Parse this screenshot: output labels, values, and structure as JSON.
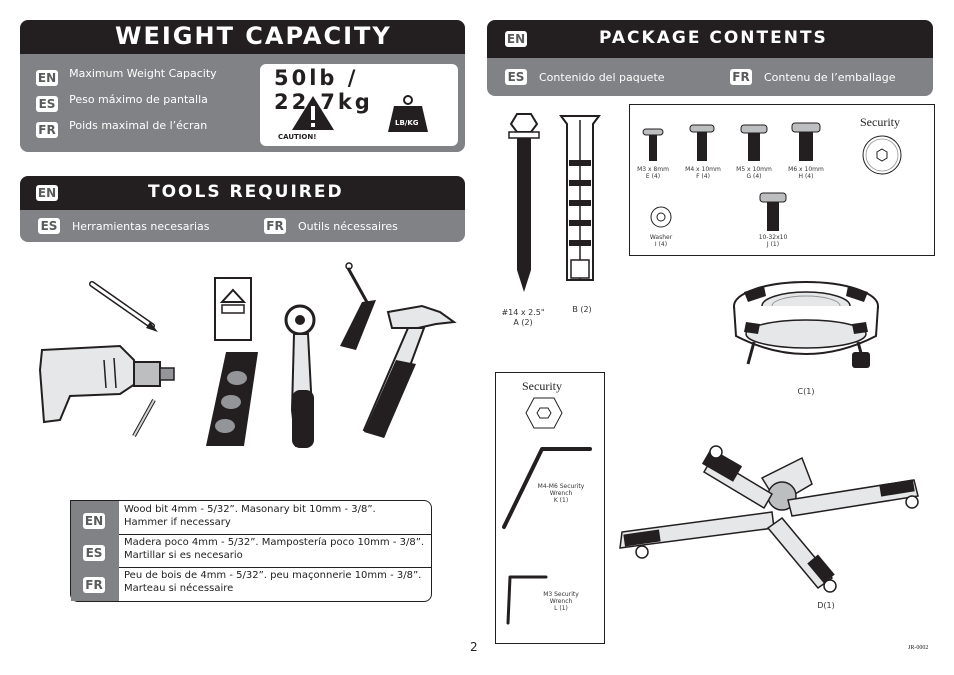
{
  "weight": {
    "title": "WEIGHT CAPACITY",
    "rows": [
      {
        "lang": "EN",
        "text": "Maximum Weight Capacity"
      },
      {
        "lang": "ES",
        "text": "Peso máximo de pantalla"
      },
      {
        "lang": "FR",
        "text": "Poids maximal de l’écran"
      }
    ],
    "value": "50lb / 22.7kg",
    "caution": "CAUTION!",
    "unit_icon": "LB/KG"
  },
  "tools": {
    "title": "TOOLS REQUIRED",
    "en": "EN",
    "es": "ES",
    "es_text": "Herramientas necesarias",
    "fr": "FR",
    "fr_text": "Outils nécessaires",
    "notes": [
      {
        "lang": "EN",
        "line1": "Wood bit 4mm - 5/32”.  Masonary bit 10mm - 3/8”.",
        "line2": "Hammer if necessary"
      },
      {
        "lang": "ES",
        "line1": "Madera poco 4mm - 5/32”.  Mampostería poco 10mm - 3/8”.",
        "line2": "Martillar si es necesario"
      },
      {
        "lang": "FR",
        "line1": "Peu de bois de 4mm - 5/32”.  peu maçonnerie 10mm - 3/8”.",
        "line2": "Marteau si nécessaire"
      }
    ]
  },
  "package": {
    "title": "PACKAGE CONTENTS",
    "en": "EN",
    "es": "ES",
    "es_text": "Contenido del paquete",
    "fr": "FR",
    "fr_text": "Contenu de l’emballage",
    "screw_a": {
      "line1": "#14 x 2.5\"",
      "line2": "A (2)"
    },
    "anchor_b": "B (2)",
    "hardware": [
      {
        "line1": "M3 x 8mm",
        "line2": "E (4)"
      },
      {
        "line1": "M4 x 10mm",
        "line2": "F (4)"
      },
      {
        "line1": "M5 x 10mm",
        "line2": "G (4)"
      },
      {
        "line1": "M6 x 10mm",
        "line2": "H (4)"
      }
    ],
    "security_label": "Security",
    "washer": {
      "line1": "Washer",
      "line2": "I (4)"
    },
    "screw_j": {
      "line1": "10-32x10",
      "line2": "J (1)"
    },
    "wrench_box_label": "Security",
    "wrench_k": {
      "line1": "M4-M6 Security",
      "line2": "Wrench",
      "line3": "K (1)"
    },
    "wrench_l": {
      "line1": "M3 Security",
      "line2": "Wrench",
      "line3": "L (1)"
    },
    "part_c": "C(1)",
    "part_d": "D(1)"
  },
  "page_number": "2",
  "doc_code": "JR-0002"
}
